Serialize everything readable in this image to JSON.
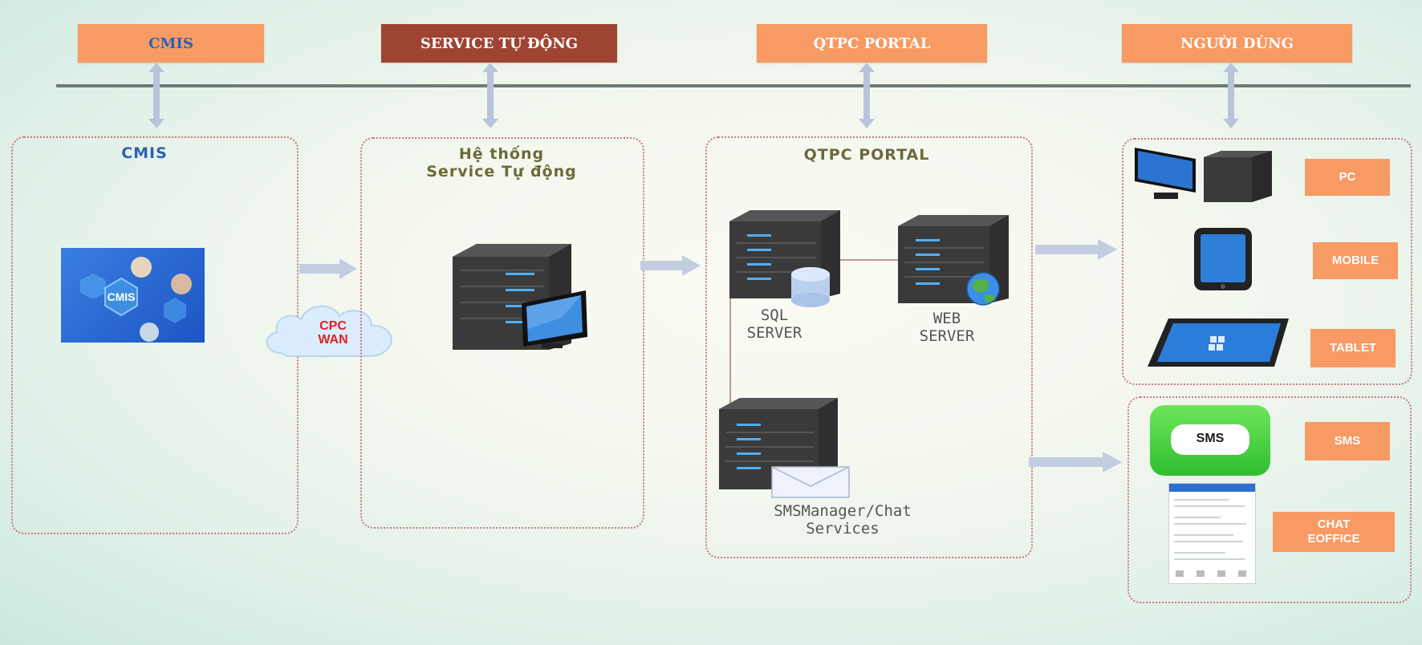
{
  "top_bar": {
    "cmis": "CMIS",
    "service": "SERVICE TỰ ĐỘNG",
    "portal": "QTPC PORTAL",
    "users": "NGƯỜI DÙNG"
  },
  "groups": {
    "cmis": {
      "title": "CMIS",
      "app_logo": "CMIS"
    },
    "service": {
      "title_line1": "Hệ thống",
      "title_line2": "Service Tự động"
    },
    "portal": {
      "title": "QTPC PORTAL",
      "sql_line1": "SQL",
      "sql_line2": "SERVER",
      "web_line1": "WEB",
      "web_line2": "SERVER",
      "sms_line1": "SMSManager/Chat",
      "sms_line2": "Services"
    }
  },
  "cloud": {
    "line1": "CPC",
    "line2": "WAN"
  },
  "devices": {
    "pc": "PC",
    "mobile": "MOBILE",
    "tablet": "TABLET",
    "sms": "SMS",
    "sms_bubble": "SMS",
    "chat_line1": "CHAT",
    "chat_line2": "EOFFICE"
  },
  "colors": {
    "label_orange": "#f79a64",
    "service_dark": "#9e4433",
    "group_border": "#c97b7b",
    "arrow": "#b8c3dc",
    "cmis_blue": "#2d62b3",
    "cloud_text": "#e02020"
  }
}
